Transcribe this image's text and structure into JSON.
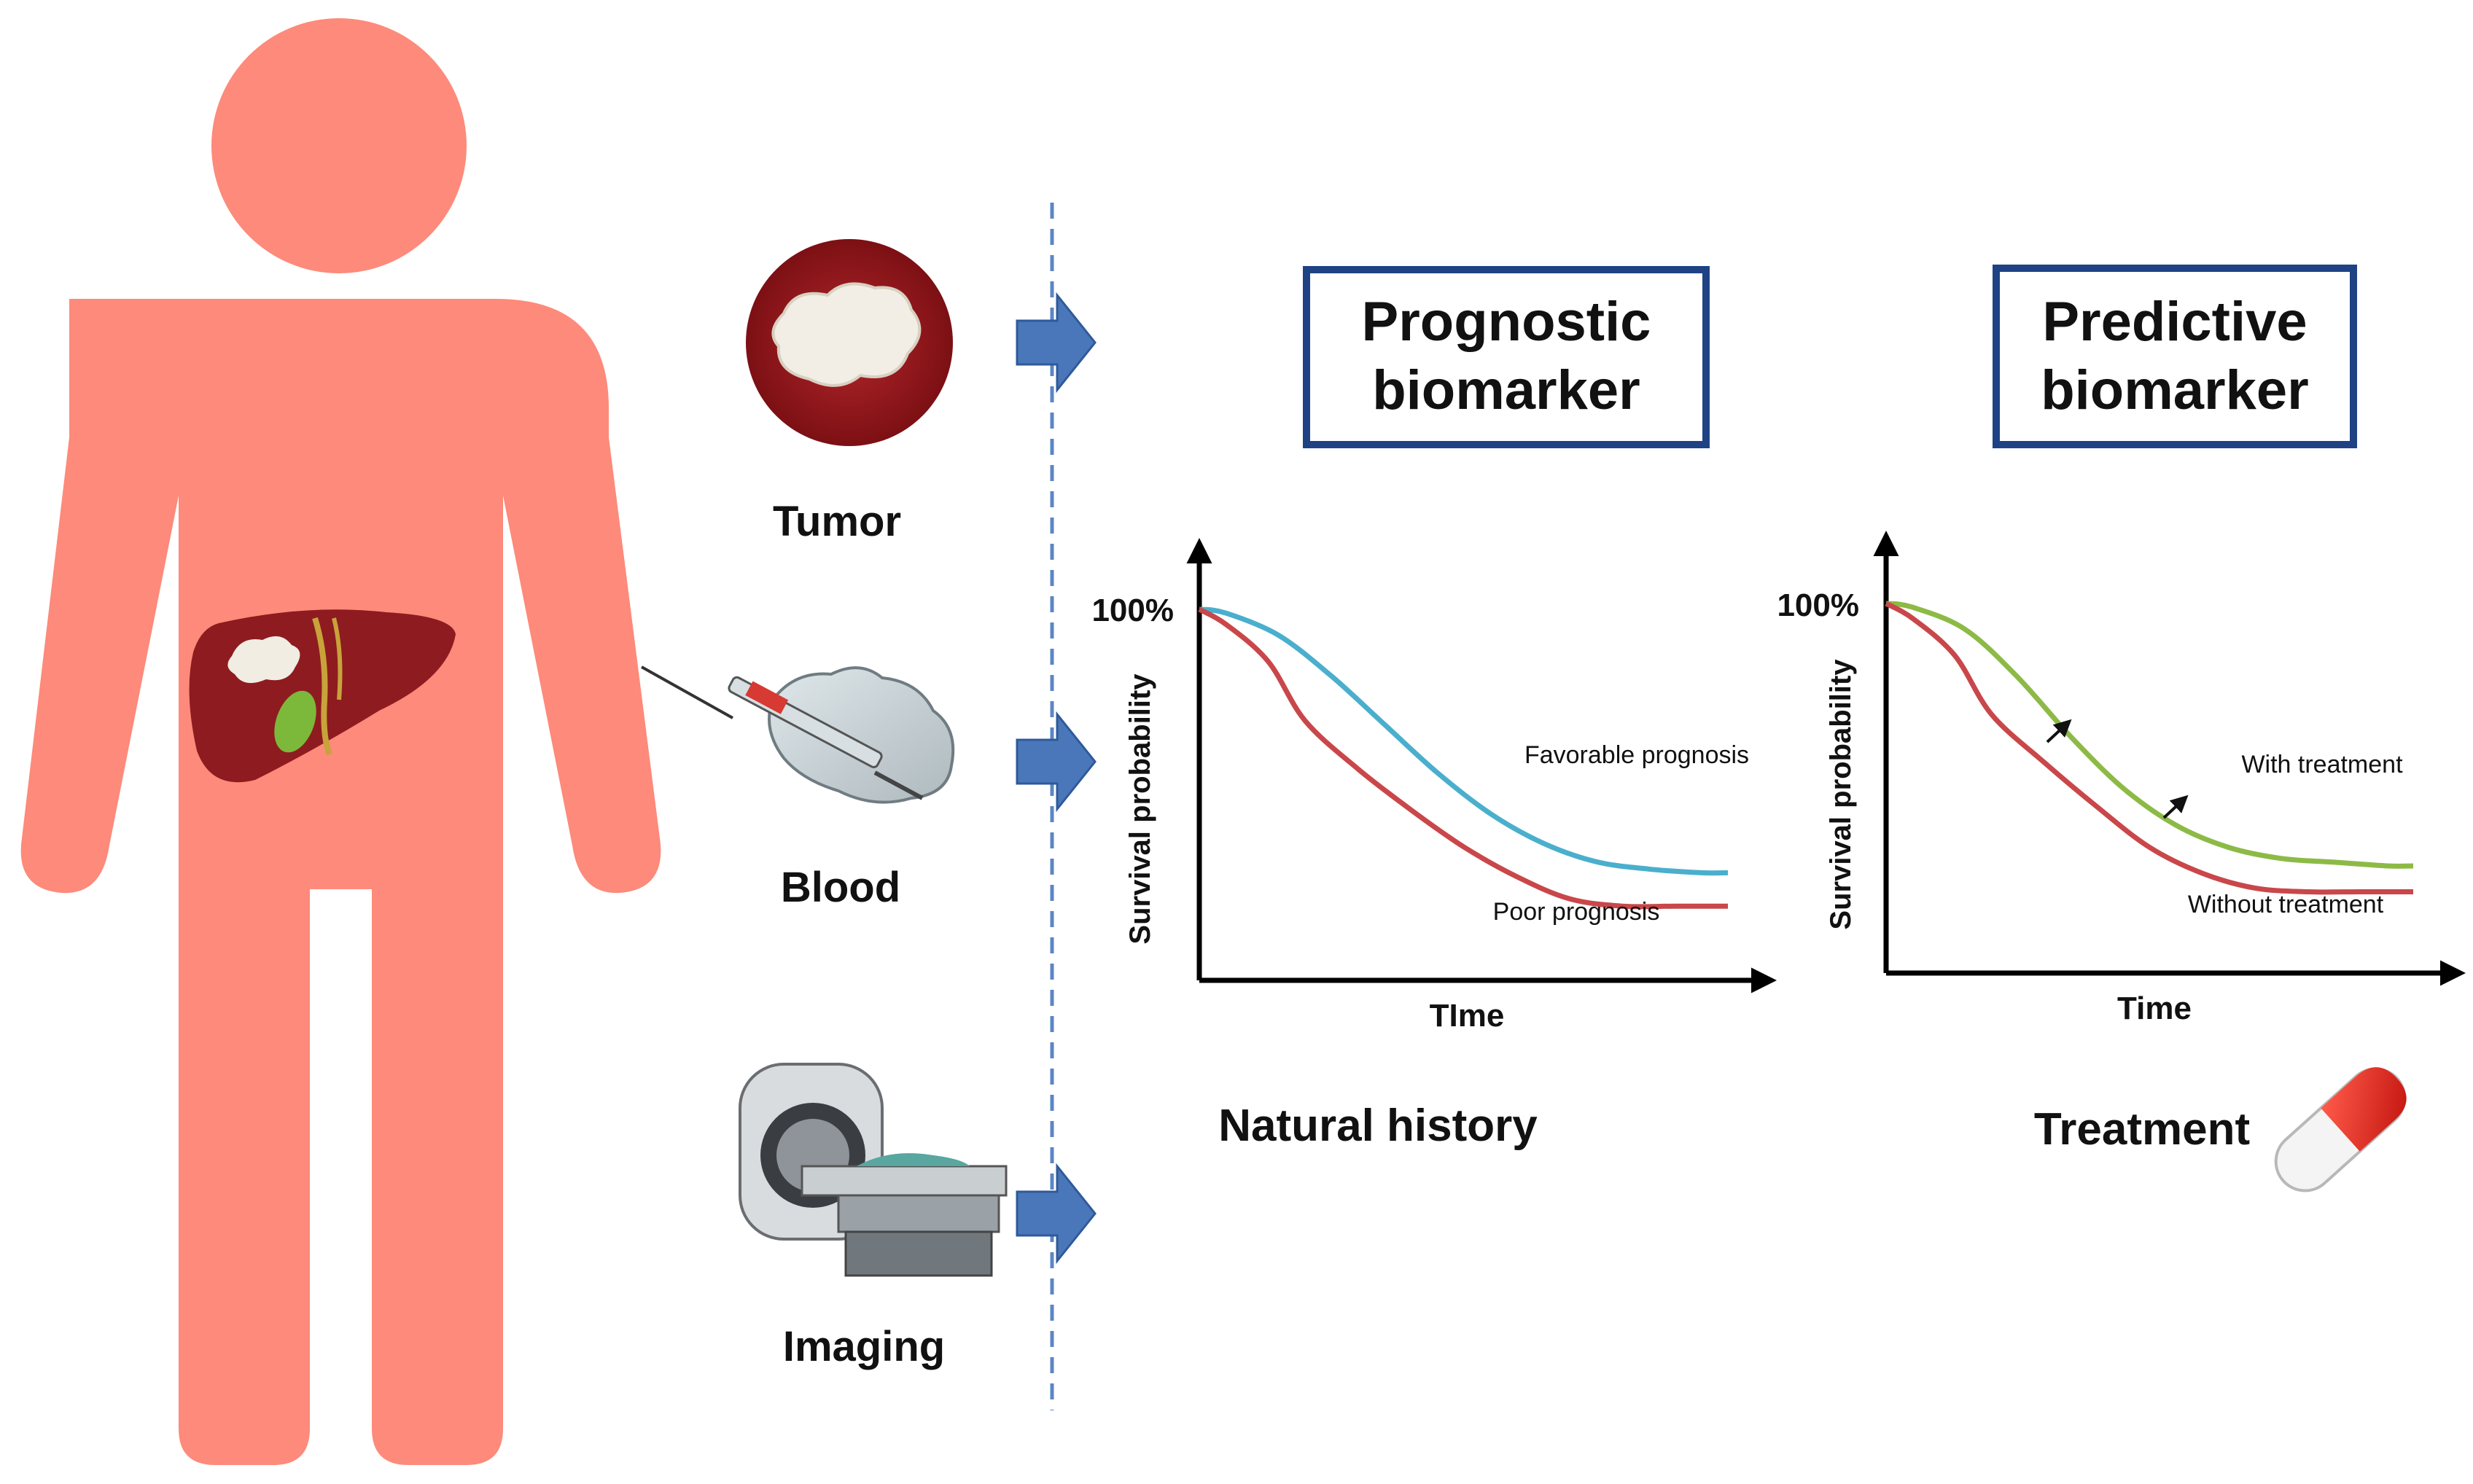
{
  "sources": {
    "tumor": "Tumor",
    "blood": "Blood",
    "imaging": "Imaging"
  },
  "boxes": {
    "prognostic": {
      "line1": "Prognostic",
      "line2": "biomarker"
    },
    "predictive": {
      "line1": "Predictive",
      "line2": "biomarker"
    }
  },
  "captions": {
    "natural_history": "Natural history",
    "treatment": "Treatment"
  },
  "colors": {
    "body": "#fd8a7a",
    "liver": "#8e1b20",
    "arrow": "#4a77ba",
    "box_border": "#1f4285",
    "favorable": "#4aafcd",
    "poor": "#c9474a",
    "with_treatment": "#8dba46",
    "without_treatment": "#c9474a",
    "dashed_line": "#5b86c4"
  },
  "icons": {
    "person": "person-silhouette-icon",
    "liver": "liver-icon",
    "tumor": "tumor-tissue-icon",
    "blood": "syringe-glove-icon",
    "imaging": "mri-scanner-icon",
    "pill": "capsule-pill-icon"
  },
  "chart_data": [
    {
      "type": "line",
      "ylabel": "Survival probability",
      "xlabel": "TIme",
      "y_tick_label": "100%",
      "ylim": [
        0,
        100
      ],
      "xlim": [
        0,
        10
      ],
      "grid": false,
      "series": [
        {
          "name": "Favorable prognosis",
          "x": [
            0,
            0.5,
            1.5,
            2.5,
            3.5,
            4.5,
            5.5,
            6.5,
            7.5,
            8.5,
            9.5,
            10
          ],
          "values": [
            100,
            99,
            93,
            82,
            69,
            56,
            45,
            37,
            32,
            30,
            29,
            29
          ]
        },
        {
          "name": "Poor prognosis",
          "x": [
            0,
            0.5,
            1.3,
            2.0,
            3.0,
            4.0,
            5.0,
            6.0,
            7.0,
            8.0,
            9.0,
            10
          ],
          "values": [
            100,
            96,
            86,
            70,
            57,
            46,
            36,
            28,
            22,
            20,
            20,
            20
          ]
        }
      ]
    },
    {
      "type": "line",
      "ylabel": "Survival probability",
      "xlabel": "Time",
      "y_tick_label": "100%",
      "ylim": [
        0,
        100
      ],
      "xlim": [
        0,
        10
      ],
      "grid": false,
      "series": [
        {
          "name": "With treatment",
          "x": [
            0,
            0.5,
            1.5,
            2.5,
            3.5,
            4.5,
            5.5,
            6.5,
            7.5,
            8.5,
            9.5,
            10
          ],
          "values": [
            100,
            99,
            93,
            80,
            64,
            50,
            40,
            34,
            31,
            30,
            29,
            29
          ]
        },
        {
          "name": "Without treatment",
          "x": [
            0,
            0.5,
            1.3,
            2.0,
            3.0,
            4.0,
            5.0,
            6.0,
            7.0,
            8.0,
            9.0,
            10
          ],
          "values": [
            100,
            96,
            86,
            70,
            57,
            45,
            34,
            27,
            23,
            22,
            22,
            22
          ]
        }
      ]
    }
  ]
}
